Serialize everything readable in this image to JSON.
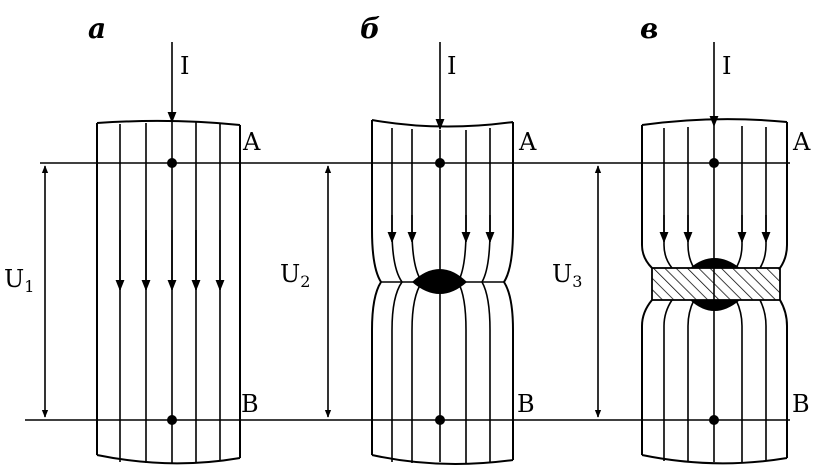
{
  "panels": [
    {
      "label": "a",
      "current": "I",
      "top_point": "A",
      "bottom_point": "B",
      "voltage": "U",
      "voltage_sub": "1"
    },
    {
      "label": "б",
      "current": "I",
      "top_point": "A",
      "bottom_point": "B",
      "voltage": "U",
      "voltage_sub": "2"
    },
    {
      "label": "в",
      "current": "I",
      "top_point": "A",
      "bottom_point": "B",
      "voltage": "U",
      "voltage_sub": "3"
    }
  ],
  "colors": {
    "ink": "#000000",
    "background": "#ffffff"
  }
}
